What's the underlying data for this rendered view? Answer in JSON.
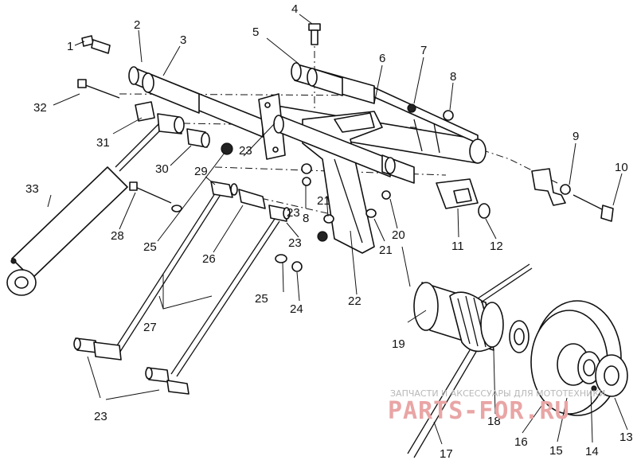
{
  "diagram": {
    "labels": [
      "1",
      "2",
      "3",
      "4",
      "5",
      "6",
      "7",
      "8",
      "9",
      "10",
      "11",
      "12",
      "13",
      "14",
      "15",
      "16",
      "17",
      "18",
      "19",
      "20",
      "21",
      "21",
      "22",
      "23",
      "23",
      "23",
      "23",
      "24",
      "25",
      "25",
      "26",
      "27",
      "28",
      "29",
      "30",
      "31",
      "32",
      "33",
      "8"
    ],
    "watermark": {
      "line1": "ЗАПЧАСТИ И АКСЕССУАРЫ ДЛЯ МОТОТЕХНИКИ",
      "line2": "PARTS-FOR.RU"
    }
  }
}
